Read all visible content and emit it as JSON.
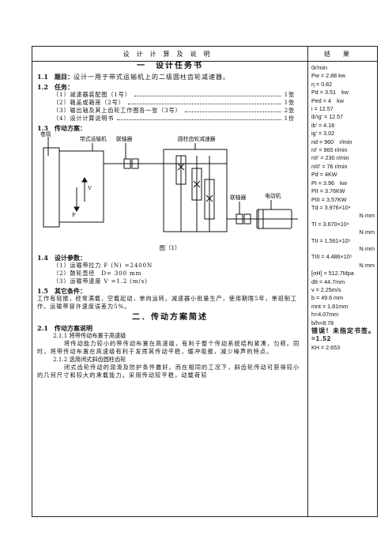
{
  "header": {
    "left": "设计计算及说明",
    "right": "结果"
  },
  "section1": {
    "title": "一　设计任务书",
    "h11_num": "1.1",
    "h11_label": "题目：",
    "h11_text": "设计一用于带式运输机上的二级圆柱齿轮减速器。",
    "h12_num": "1.2",
    "h12_label": "任务：",
    "tasks": [
      {
        "text": "（1）减速器装配图（1号）",
        "count": "1张"
      },
      {
        "text": "（2）箱盖或箱座（2号）",
        "count": "1张"
      },
      {
        "text": "（3）输出轴及其上齿轮工作图各一张（3号）",
        "count": "2张"
      },
      {
        "text": "（4）设计计算说明书",
        "count": "1份"
      }
    ],
    "h13_num": "1.3",
    "h13_label": "传动方案：",
    "fig_labels": {
      "drum": "卷筒",
      "conveyor": "带式运输机",
      "coupling1": "联轴器",
      "reducer": "圆柱齿轮减速器",
      "coupling2": "联轴器",
      "motor": "电动机",
      "v": "V",
      "f": "F"
    },
    "caption": "图（1）",
    "h14_num": "1.4",
    "h14_label": "设计参数：",
    "params": [
      "（1）运输带拉力 F (N) =2400N",
      "（2）鼓轮直径　D= 300 mm",
      "（3）运输带速度 V =1.2 (m/s)"
    ],
    "h15_num": "1.5",
    "h15_label": "其它条件：",
    "other": "工作有轻振，经常满载，空载起动，单向运转。减速器小批量生产，使用期限5年，单班制工作。运输带容许速度误差为5%。"
  },
  "section2": {
    "title": "二．传动方案简述",
    "h21_num": "2.1",
    "h21_label": "传动方案说明",
    "s211": "2.1.1 将带传动布置于高速级",
    "p211": "将传动能力较小的带传动布置在高速级，有利于整个传动系统结构紧凑，匀称。同时，将带传动布置在高速级有利于发挥其传动平稳，缓冲吸振，减少噪声的特点。",
    "s212": "2.1.2 选用闭式斜齿圆柱齿轮",
    "p212": "闭式齿轮传动的润滑及防护条件最好。而在相同的工况下，斜齿轮传动可获得较小的几何尺寸和较大的承载能力。采用传动较平稳，动载荷较"
  },
  "results": [
    "0r/min",
    "Pw = 2.88 kw",
    "η = 0.82",
    "Pd = 3.51　kw",
    "Ped = 4　kw",
    "i = 12.57",
    "ib'ig' = 12.57",
    "ib' = 4.18",
    "ig' = 3.02",
    "nd = 960　r/min",
    "nI' = 960 r/min",
    "nII' = 230 r/min",
    "nIII' = 76 r/min",
    "Pd = 4KW",
    "PI = 3.96　kw",
    "PII = 3.76KW",
    "PIII = 3.57KW",
    "Td = 3.976×10⁴",
    "N·mm",
    "TI = 3.670×10⁴",
    "N·mm",
    "TII = 1.561×10⁵",
    "N·mm",
    "TIII = 4.486×10⁵",
    "N·mm",
    "[σH] = 512.7Mpa",
    "dIt = 44.7mm",
    "v = 2.25m/s",
    "b = 49.6 mm",
    "mnt = 1.81mm",
    "h=4.07mm",
    "b/h=8.78",
    "错误！未指定书签。=1.52",
    "KH = 2.653"
  ]
}
